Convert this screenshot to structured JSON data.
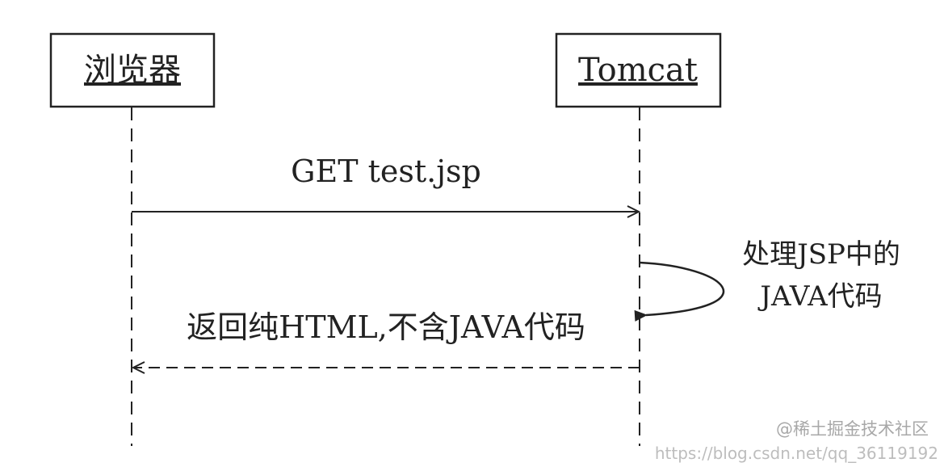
{
  "participants": [
    {
      "label": "浏览器"
    },
    {
      "label": "Tomcat"
    }
  ],
  "messages": [
    {
      "label": "GET test.jsp",
      "from": "浏览器",
      "to": "Tomcat",
      "style": "solid"
    },
    {
      "label_lines": [
        "处理JSP中的",
        "JAVA代码"
      ],
      "from": "Tomcat",
      "to": "Tomcat",
      "style": "self"
    },
    {
      "label": "返回纯HTML,不含JAVA代码",
      "from": "Tomcat",
      "to": "浏览器",
      "style": "dashed"
    }
  ],
  "watermark": {
    "brand": "@稀土掘金技术社区",
    "url": "https://blog.csdn.net/qq_36119192"
  }
}
